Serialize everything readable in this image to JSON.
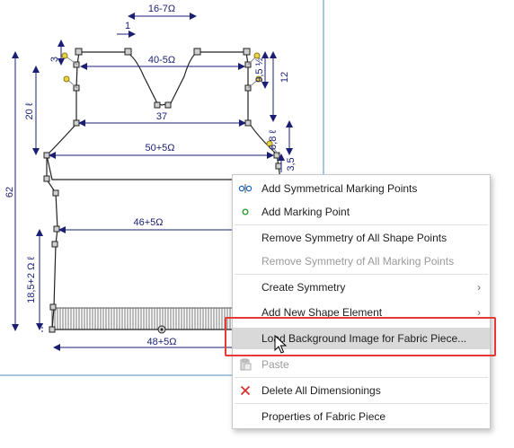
{
  "dimensions": {
    "top_offset": "16-7Ω",
    "top_small": "1",
    "neck_width": "40-5Ω",
    "inner_width": "37",
    "chest_width": "50+5Ω",
    "waist_width": "46+5Ω",
    "hem_width": "48+5Ω",
    "left_small": "3",
    "left_mid": "20 ℓ",
    "total_height": "62",
    "lower_left": "18,5+2 Ω ℓ",
    "right_a": "9,5 ½",
    "right_b": "12",
    "right_c": "6,8 ℓ",
    "right_d": "3,5"
  },
  "menu": {
    "items": [
      {
        "label": "Add Symmetrical Marking Points",
        "icon": "symmetric-points-icon",
        "disabled": false
      },
      {
        "label": "Add Marking Point",
        "icon": "marking-point-icon",
        "disabled": false
      },
      {
        "label": "Remove Symmetry of All Shape Points",
        "icon": "",
        "disabled": false
      },
      {
        "label": "Remove Symmetry of All Marking Points",
        "icon": "",
        "disabled": true
      },
      {
        "label": "Create Symmetry",
        "icon": "",
        "disabled": false,
        "submenu": "›"
      },
      {
        "label": "Add New Shape Element",
        "icon": "",
        "disabled": false,
        "submenu": "›"
      },
      {
        "label": "Load Background Image for Fabric Piece...",
        "icon": "",
        "disabled": false
      },
      {
        "label": "Paste",
        "icon": "paste-icon",
        "disabled": true
      },
      {
        "label": "Delete All Dimensionings",
        "icon": "delete-x-icon",
        "disabled": false
      },
      {
        "label": "Properties of Fabric Piece",
        "icon": "",
        "disabled": false
      }
    ]
  },
  "colors": {
    "dimension": "#1a1f73",
    "pattern_line": "#222222",
    "highlight": "#e53935",
    "canvas_border": "#4a90c8",
    "marking_point": "#2e9b2e",
    "delete": "#d32f2f"
  }
}
